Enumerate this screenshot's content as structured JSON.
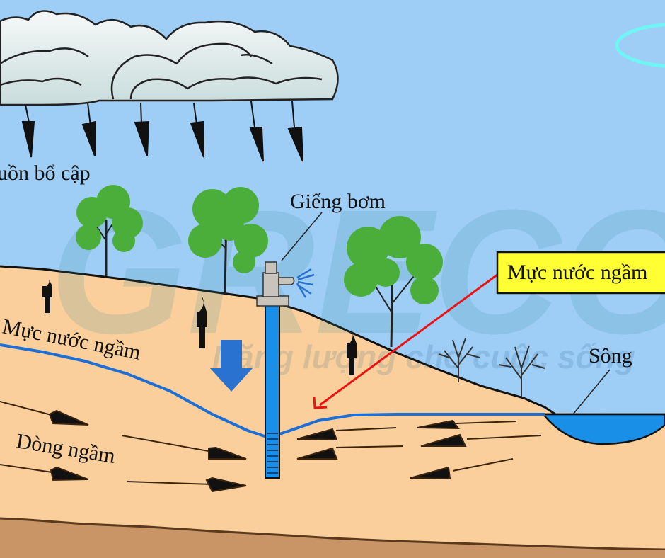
{
  "diagram": {
    "title": "Groundwater recharge and pumping well diagram",
    "labels": {
      "recharge_source": "uồn bổ cập",
      "pump_well": "Giếng bơm",
      "water_table_callout": "Mực nước ngầm",
      "water_table_left": "Mực nước ngầm",
      "underground_flow": "Dòng ngầm",
      "river": "Sông"
    },
    "watermark": {
      "brand_letters": "GRECO",
      "slogan": "Năng lượng cho cuộc sống"
    },
    "icons": {
      "clouds": "rain-cloud-icon",
      "rain_arrows": "rain-arrow-icon",
      "pump": "hand-pump-icon",
      "infiltration_arrow": "down-arrow-icon",
      "flow_arrows": "flow-arrow-icon",
      "trees": "tree-icon",
      "shrubs": "bare-shrub-icon"
    },
    "colors": {
      "sky": "#9ecdf6",
      "soil_top": "#fbcf9b",
      "soil_bottom": "#c99566",
      "water": "#1a8fe8",
      "water_table_line": "#1d6fd6",
      "callout_bg": "#ffff33",
      "callout_arrow": "#ee1111",
      "tree_green": "#4cae3a",
      "cloud": "#e4ecea"
    }
  }
}
